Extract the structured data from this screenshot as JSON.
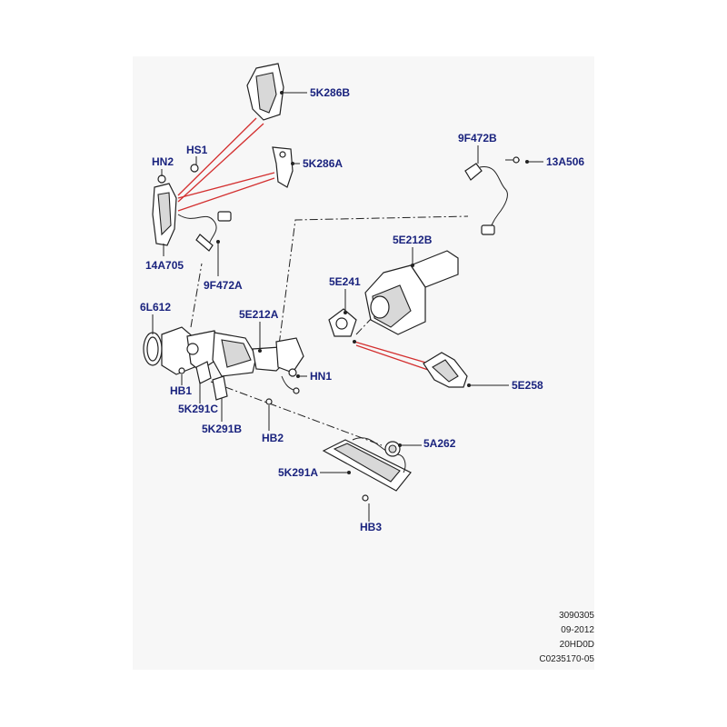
{
  "labels": {
    "5K286B": "5K286B",
    "HS1": "HS1",
    "HN2": "HN2",
    "5K286A": "5K286A",
    "14A705": "14A705",
    "9F472A": "9F472A",
    "9F472B": "9F472B",
    "13A506": "13A506",
    "5E212B": "5E212B",
    "5E241": "5E241",
    "6L612": "6L612",
    "5E212A": "5E212A",
    "HN1": "HN1",
    "5E258": "5E258",
    "HB1": "HB1",
    "5K291C": "5K291C",
    "5K291B": "5K291B",
    "HB2": "HB2",
    "5A262": "5A262",
    "5K291A": "5K291A",
    "HB3": "HB3"
  },
  "meta": {
    "line1": "3090305",
    "line2": "09-2012",
    "line3": "20HD0D",
    "line4": "C0235170-05"
  }
}
